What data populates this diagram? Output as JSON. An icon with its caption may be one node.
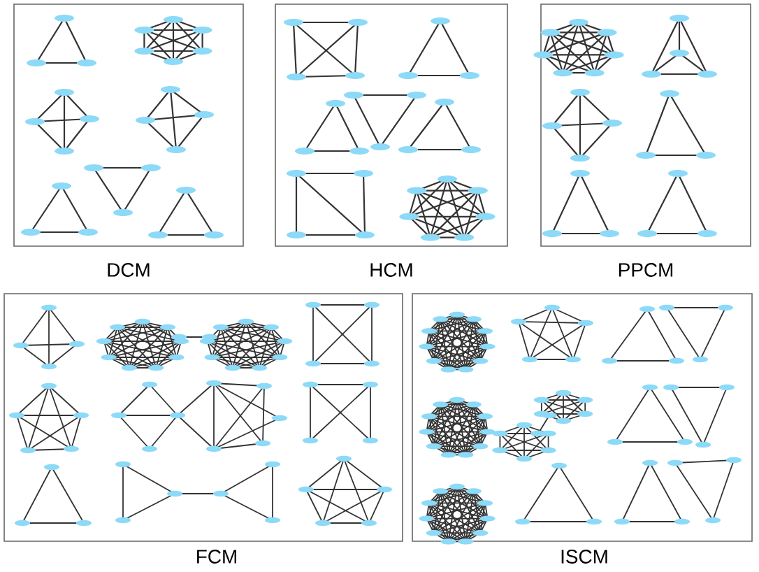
{
  "diagram": {
    "nodes": [
      {
        "text": [
          "DCM"
        ]
      },
      {
        "text": [
          "HCM"
        ]
      },
      {
        "text": [
          "PPCM"
        ]
      },
      {
        "text": [
          "FCM"
        ]
      },
      {
        "text": [
          "ISCM"
        ]
      }
    ]
  }
}
